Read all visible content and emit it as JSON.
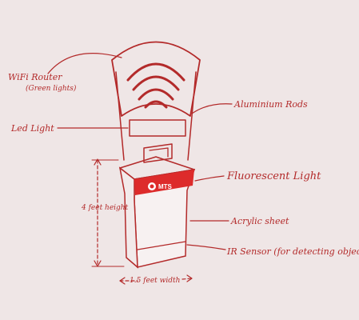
{
  "labels": {
    "wifi_router": "WiFi Router",
    "wifi_router_note": "(Green lights)",
    "led_light": "Led Light",
    "aluminium_rods": "Aluminium Rods",
    "fluorescent_light": "Fluorescent Light",
    "acrylic_sheet": "Acrylic sheet",
    "ir_sensor": "IR Sensor (for detecting object)",
    "height": "4 feet height",
    "width": "1.5 feet width"
  },
  "brand": {
    "logo_text": "MTS",
    "band_color": "#dd2b2b"
  },
  "colors": {
    "ink": "#b32a2a",
    "background": "#efe6e6"
  }
}
